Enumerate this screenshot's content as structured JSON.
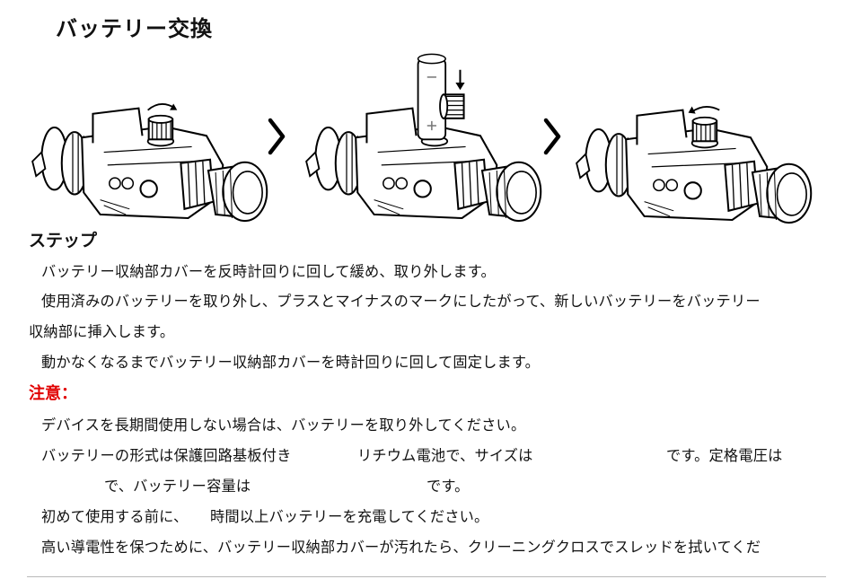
{
  "title": "バッテリー交換",
  "steps": {
    "heading": "ステップ",
    "items": [
      "バッテリー収納部カバーを反時計回りに回して緩め、取り外します。",
      "使用済みのバッテリーを取り外し、プラスとマイナスのマークにしたがって、新しいバッテリーをバッテリー",
      "収納部に挿入します。",
      "動かなくなるまでバッテリー収納部カバーを時計回りに回して固定します。"
    ]
  },
  "notes": {
    "heading": "注意：",
    "items": [
      "デバイスを長期間使用しない場合は、バッテリーを取り外してください。",
      "バッテリーの形式は保護回路基板付き",
      "リチウム電池で、サイズは",
      "です。定格電圧は",
      "で、バッテリー容量は",
      "です。",
      "初めて使用する前に、",
      "時間以上バッテリーを充電してください。",
      "高い導電性を保つために、バッテリー収納部カバーが汚れたら、クリーニングクロスでスレッドを拭いてくだ"
    ]
  }
}
